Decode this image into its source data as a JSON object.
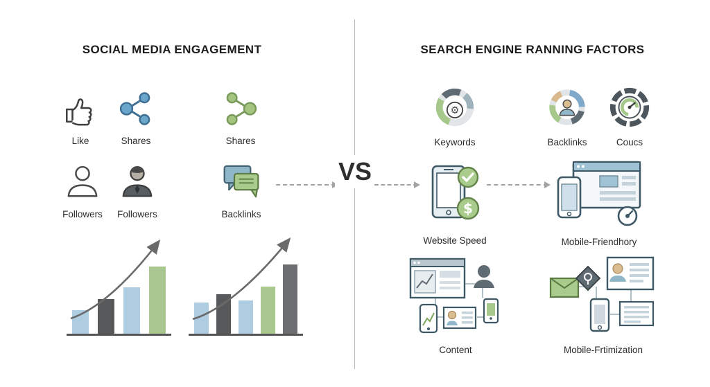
{
  "left": {
    "title": "SOCIAL MEDIA ENGAGEMENT",
    "row1": [
      {
        "label": "Like",
        "icon": "thumbs-up-icon"
      },
      {
        "label": "Shares",
        "icon": "share-network-blue-icon"
      },
      {
        "label": "Shares",
        "icon": "share-network-green-icon"
      }
    ],
    "row2": [
      {
        "label": "Followers",
        "icon": "person-outline-icon"
      },
      {
        "label": "Followers",
        "icon": "person-filled-icon"
      },
      {
        "label": "Backlinks",
        "icon": "chat-bubbles-icon"
      }
    ]
  },
  "center": {
    "vs": "VS"
  },
  "right": {
    "title": "SEARCH ENGINE RANNING FACTORS",
    "row1": [
      {
        "label": "Keywords",
        "icon": "gauge-gear-icon"
      },
      {
        "label": "Backlinks",
        "icon": "pie-person-icon"
      },
      {
        "label": "Coucs",
        "icon": "speedometer-donut-icon"
      }
    ],
    "row2": [
      {
        "label": "Website Speed",
        "icon": "tablet-check-dollar-icon"
      },
      {
        "label": "Mobile-Friendhory",
        "icon": "browser-phone-icon"
      }
    ],
    "row3": [
      {
        "label": "Content",
        "icon": "content-collage-icon"
      },
      {
        "label": "Mobile-Frtimization",
        "icon": "mobile-optimization-collage-icon"
      }
    ]
  },
  "colors": {
    "bar_light_blue": "#aecde1",
    "bar_dark_gray": "#58595b",
    "bar_green": "#a9c88f",
    "bar_mid_gray": "#6d6e71",
    "accent_green": "#a9cb8b",
    "accent_blue": "#6aa5cc",
    "line_gray": "#a3a3a3"
  },
  "chart_data": [
    {
      "type": "bar",
      "title": "",
      "values": [
        34,
        50,
        67,
        97
      ],
      "colors": [
        "#aecde1",
        "#58595b",
        "#aecde1",
        "#a9c88f"
      ],
      "annotation": "upward trend arrow",
      "axes": "none (decorative growth chart)"
    },
    {
      "type": "bar",
      "title": "",
      "values": [
        45,
        57,
        48,
        68,
        100
      ],
      "colors": [
        "#aecde1",
        "#58595b",
        "#aecde1",
        "#a9c88f",
        "#6d6e71"
      ],
      "annotation": "upward trend arrow",
      "axes": "none (decorative growth chart)"
    }
  ]
}
